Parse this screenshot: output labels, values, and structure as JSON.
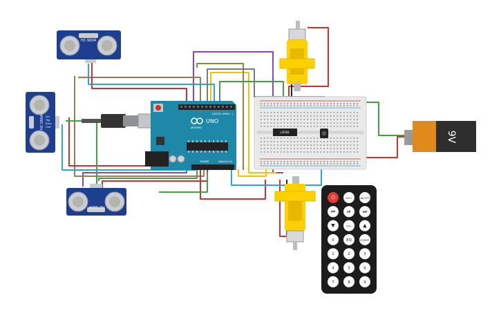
{
  "sensors": {
    "top_label": "HC-SR04",
    "left_label": "HC-SR04",
    "bottom_label": "HC-SR04",
    "pin_labels": [
      "Vcc",
      "Trig",
      "Echo",
      "Gnd"
    ]
  },
  "arduino": {
    "brand": "ARDUINO",
    "model": "UNO",
    "digital_label": "DIGITAL (PWM ~)",
    "power_label": "POWER",
    "analog_label": "ANALOG IN"
  },
  "driver": {
    "label": "L293D"
  },
  "battery": {
    "label": "9V"
  },
  "remote": {
    "buttons": [
      [
        "power",
        "VOL+",
        "FUNC/STOP"
      ],
      [
        "prev",
        "play",
        "next"
      ],
      [
        "down",
        "VOL-",
        "up"
      ],
      [
        "0",
        "EQ",
        "ST/REPT"
      ],
      [
        "1",
        "2",
        "3"
      ],
      [
        "4",
        "5",
        "6"
      ],
      [
        "7",
        "8",
        "9"
      ]
    ],
    "power_color": "#e53935"
  },
  "colors": {
    "wire_red": "#d32f2f",
    "wire_green": "#43a047",
    "wire_blue": "#29a6d6",
    "wire_purple": "#8e44ad",
    "wire_yellow": "#f2c200",
    "wire_brown": "#9a7a50",
    "board": "#1e88a8",
    "sensor_board": "#1d3f8f",
    "motor_yellow": "#ffd000"
  }
}
